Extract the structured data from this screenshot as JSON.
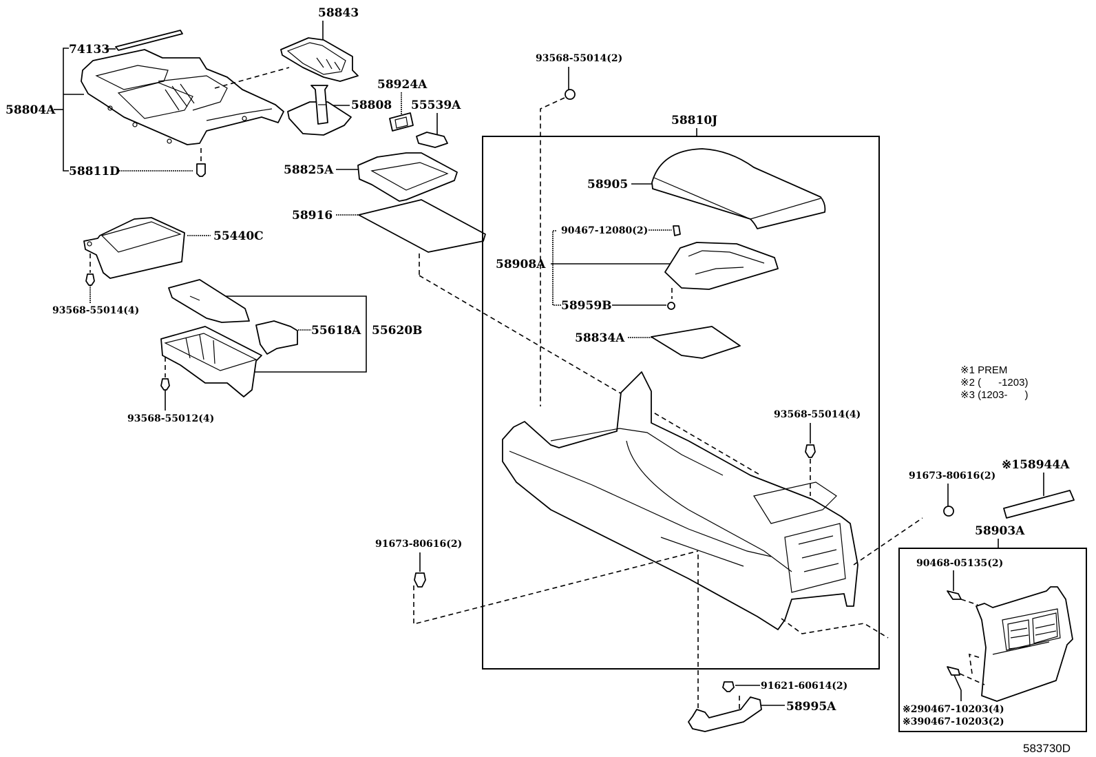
{
  "diagram": {
    "title_code": "583730D",
    "notes": [
      "※1 PREM",
      "※2 (      -1203)",
      "※3 (1203-      )"
    ],
    "labels": {
      "p58843": "58843",
      "p74133": "74133",
      "p58804A": "58804A",
      "p58811D": "58811D",
      "p58924A": "58924A",
      "p58808": "58808",
      "p55539A": "55539A",
      "p58825A": "58825A",
      "p58916": "58916",
      "p55440C": "55440C",
      "p93568_55014_4_left": "93568-55014(4)",
      "p55618A": "55618A",
      "p55620B": "55620B",
      "p93568_55012_4": "93568-55012(4)",
      "p93568_55014_2": "93568-55014(2)",
      "p58810J": "58810J",
      "p58905": "58905",
      "p90467_12080_2": "90467-12080(2)",
      "p58908A": "58908A",
      "p58959B": "58959B",
      "p58834A": "58834A",
      "p93568_55014_4_right": "93568-55014(4)",
      "p91673_80616_2_left": "91673-80616(2)",
      "p91673_80616_2_right": "91673-80616(2)",
      "p58944A": "※158944A",
      "p58903A": "58903A",
      "p90468_05135_2": "90468-05135(2)",
      "p90467_10203_4": "※290467-10203(4)",
      "p90467_10203_2": "※390467-10203(2)",
      "p91621_60614_2": "91621-60614(2)",
      "p58995A": "58995A"
    }
  }
}
